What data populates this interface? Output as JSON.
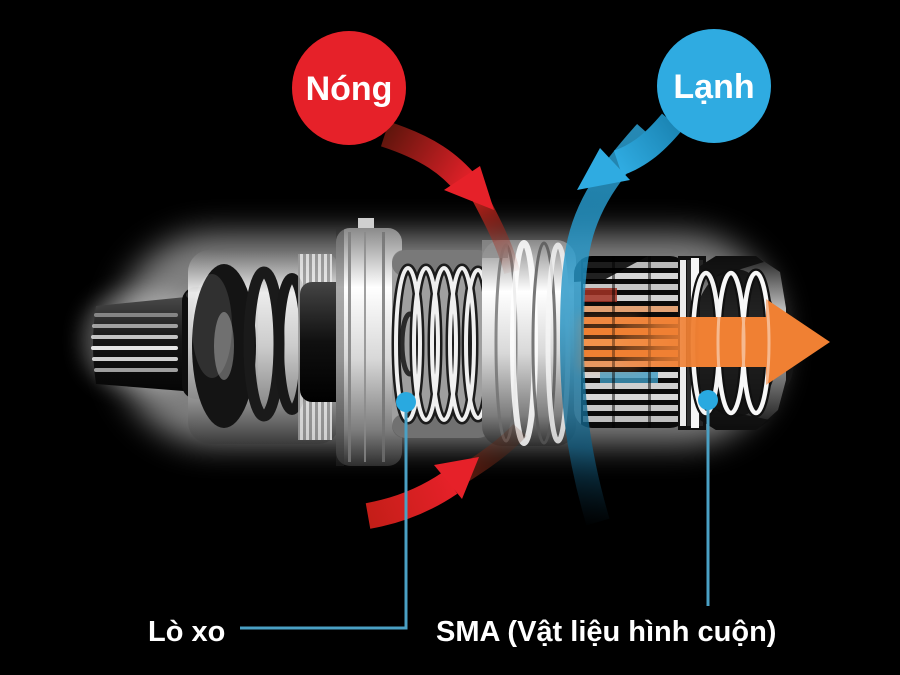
{
  "badges": {
    "hot": {
      "label": "Nóng",
      "color": "#e62129"
    },
    "cold": {
      "label": "Lạnh",
      "color": "#2fabe1"
    }
  },
  "labels": {
    "spring": "Lò xo",
    "sma": "SMA (Vật liệu hình cuộn)"
  },
  "flows": {
    "hot": {
      "name": "hot-water-inflow",
      "color": "#e62129"
    },
    "cold": {
      "name": "cold-water-inflow",
      "color": "#2fabe1"
    },
    "mixed": {
      "name": "mixed-water-outflow",
      "color": "#f08033"
    }
  },
  "colors": {
    "background": "#000000",
    "hot": "#e62129",
    "cold": "#2fabe1",
    "mixed": "#f08033",
    "leader_line": "#4aa0c4",
    "leader_dot": "#29a9e0",
    "label_text": "#ffffff"
  }
}
